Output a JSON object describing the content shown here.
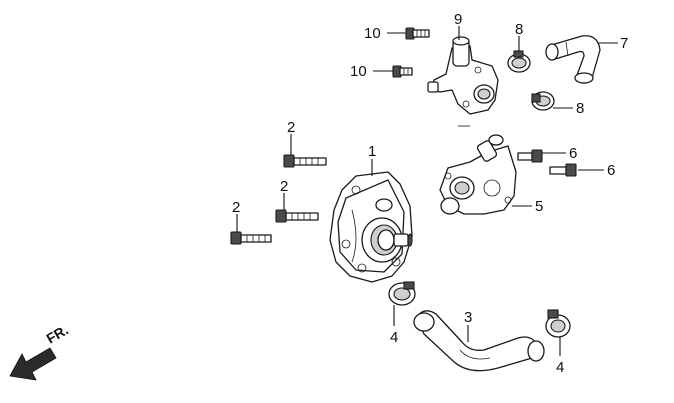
{
  "diagram": {
    "callouts": [
      {
        "id": "c10a",
        "label": "10"
      },
      {
        "id": "c10b",
        "label": "10"
      },
      {
        "id": "c9",
        "label": "9"
      },
      {
        "id": "c8a",
        "label": "8"
      },
      {
        "id": "c7",
        "label": "7"
      },
      {
        "id": "c8b",
        "label": "8"
      },
      {
        "id": "c2a",
        "label": "2"
      },
      {
        "id": "c1",
        "label": "1"
      },
      {
        "id": "c6a",
        "label": "6"
      },
      {
        "id": "c6b",
        "label": "6"
      },
      {
        "id": "c2b",
        "label": "2"
      },
      {
        "id": "c5",
        "label": "5"
      },
      {
        "id": "c2c",
        "label": "2"
      },
      {
        "id": "c3",
        "label": "3"
      },
      {
        "id": "c4a",
        "label": "4"
      },
      {
        "id": "c4b",
        "label": "4"
      }
    ],
    "direction_label": "FR."
  }
}
